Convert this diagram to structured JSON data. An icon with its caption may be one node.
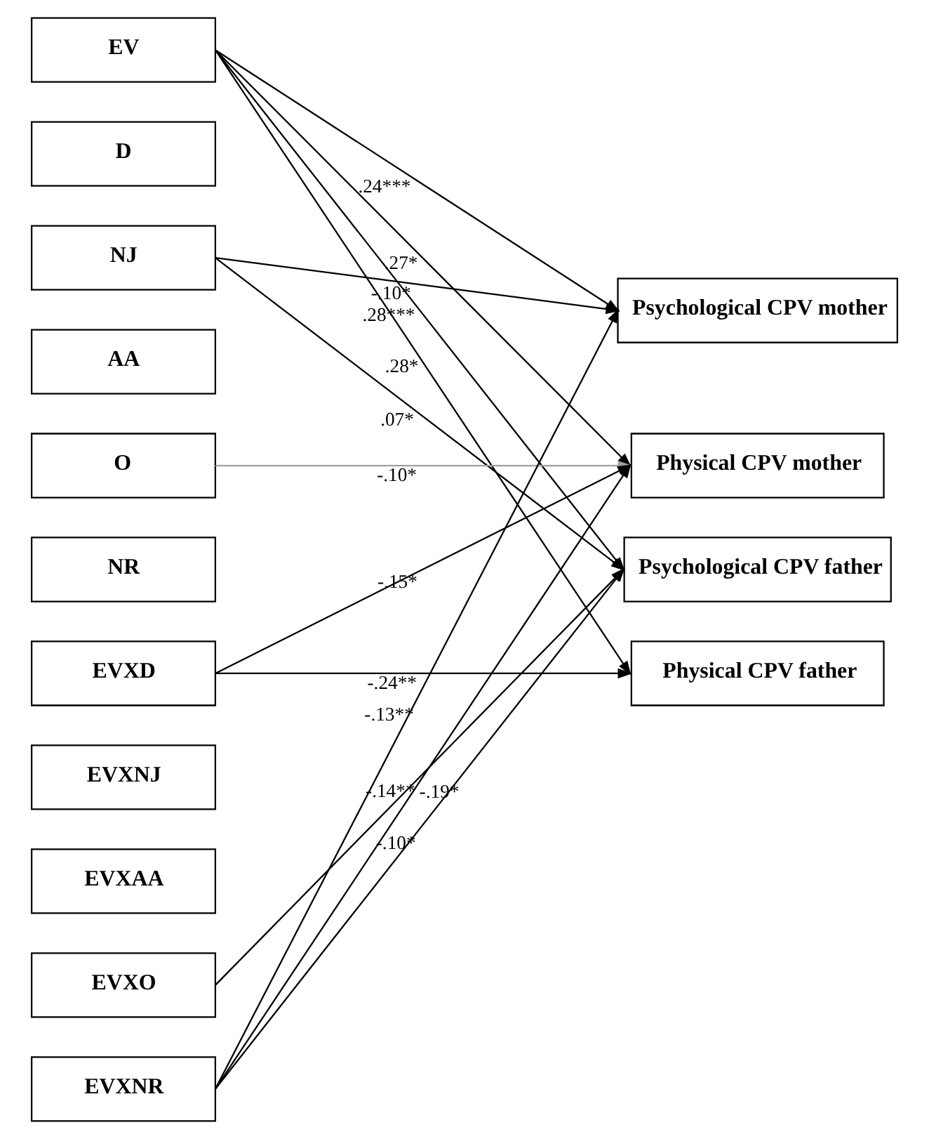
{
  "diagram": {
    "nodes": [
      {
        "text": [
          "EV"
        ]
      },
      {
        "text": [
          "D"
        ]
      },
      {
        "text": [
          "NJ"
        ]
      },
      {
        "text": [
          "AA"
        ]
      },
      {
        "text": [
          "O"
        ]
      },
      {
        "text": [
          "NR"
        ]
      },
      {
        "text": [
          "EVXD"
        ]
      },
      {
        "text": [
          "EVXNJ"
        ]
      },
      {
        "text": [
          "EVXAA"
        ]
      },
      {
        "text": [
          "EVXO"
        ]
      },
      {
        "text": [
          "EVXNR"
        ]
      },
      {
        "text": [
          "Psychological CPV mother"
        ]
      },
      {
        "text": [
          "Physical CPV mother"
        ]
      },
      {
        "text": [
          "Psychological CPV father"
        ]
      },
      {
        "text": [
          "Physical CPV father"
        ]
      }
    ],
    "edges": [
      {
        "from": 0,
        "to": 11,
        "arrow": "to",
        "label": ".24***"
      },
      {
        "from": 0,
        "to": 12,
        "arrow": "to",
        "label": ".27*"
      },
      {
        "from": 0,
        "to": 13,
        "arrow": "to",
        "label": ".28***"
      },
      {
        "from": 0,
        "to": 14,
        "arrow": "to",
        "label": ".28*"
      },
      {
        "from": 2,
        "to": 11,
        "arrow": "to",
        "label": "-.10*"
      },
      {
        "from": 2,
        "to": 13,
        "arrow": "to",
        "label": ".07*"
      },
      {
        "from": 4,
        "to": 12,
        "arrow": "to",
        "label": "-.10*",
        "color": "#a0a0a0"
      },
      {
        "from": 6,
        "to": 12,
        "arrow": "to",
        "label": "-.15*"
      },
      {
        "from": 6,
        "to": 14,
        "arrow": "to",
        "label": "-.24**"
      },
      {
        "from": 9,
        "to": 13,
        "arrow": "to",
        "label": "-.14**"
      },
      {
        "from": 10,
        "to": 11,
        "arrow": "to",
        "label": "-.13**"
      },
      {
        "from": 10,
        "to": 12,
        "arrow": "to",
        "label": "-.19*"
      },
      {
        "from": 10,
        "to": 13,
        "arrow": "to",
        "label": "-.10*"
      }
    ]
  }
}
